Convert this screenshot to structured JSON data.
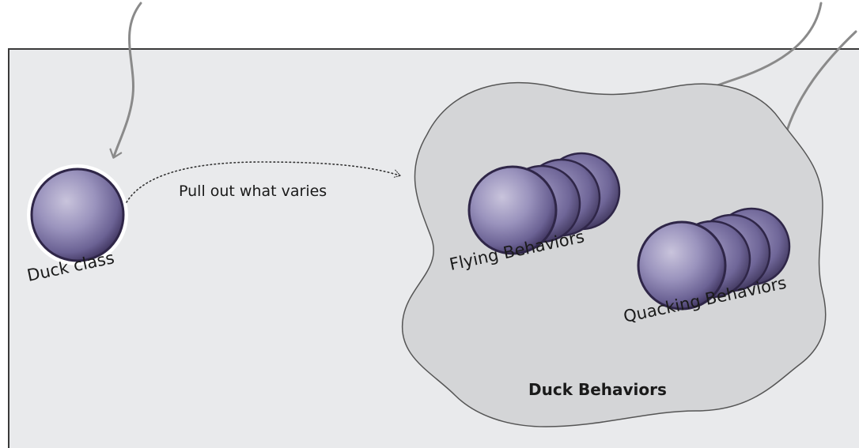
{
  "labels": {
    "duck_class": "Duck class",
    "pull_out": "Pull out what varies",
    "flying": "Flying Behaviors",
    "quacking": "Quacking Behaviors",
    "duck_behaviors": "Duck Behaviors"
  },
  "colors": {
    "panel_bg": "#e9eaec",
    "blob_fill": "#d4d5d7",
    "arrow": "#8a8a8a",
    "sphere_purple": "#8c84b3",
    "sphere_dark": "#3e335d"
  }
}
